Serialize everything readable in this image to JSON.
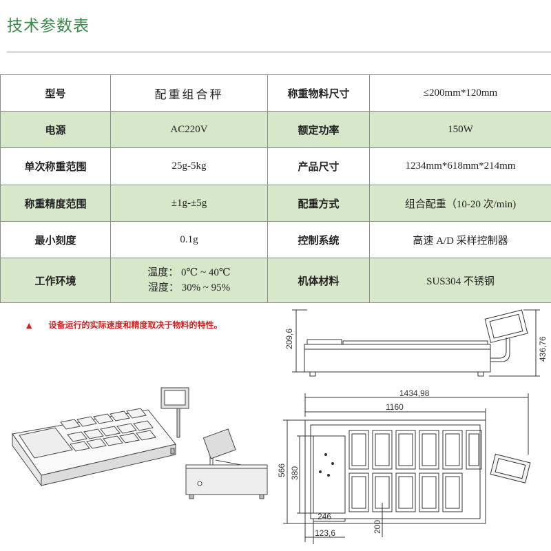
{
  "header": {
    "title": "技术参数表"
  },
  "spec_table": {
    "rows": [
      {
        "label_1": "型号",
        "value_1": "配重组合秤",
        "label_2": "称重物料尺寸",
        "value_2": "≤200mm*120mm"
      },
      {
        "label_1": "电源",
        "value_1": "AC220V",
        "label_2": "额定功率",
        "value_2": "150W"
      },
      {
        "label_1": "单次称重范围",
        "value_1": "25g-5kg",
        "label_2": "产品尺寸",
        "value_2": "1234mm*618mm*214mm"
      },
      {
        "label_1": "称重精度范围",
        "value_1": "±1g-±5g",
        "label_2": "配重方式",
        "value_2": "组合配重（10-20 次/min)"
      },
      {
        "label_1": "最小刻度",
        "value_1": "0.1g",
        "label_2": "控制系统",
        "value_2": "高速 A/D 采样控制器"
      },
      {
        "label_1": "工作环境",
        "value_1_line1": "温度： 0℃ ~ 40℃",
        "value_1_line2": "湿度： 30% ~ 95%",
        "label_2": "机体材料",
        "value_2": "SUS304 不锈钢"
      }
    ],
    "row_colors": {
      "white": "#ffffff",
      "green": "#d6e8c9"
    }
  },
  "note": {
    "symbol": "▲",
    "text": "设备运行的实际速度和精度取决于物料的特性。",
    "color": "#d42020"
  },
  "dimensions": {
    "side_height": "209,6",
    "total_height": "436,76",
    "total_width": "1434,98",
    "body_width": "1160",
    "overall_depth": "566",
    "tray_depth": "380",
    "tray_width": "246",
    "tray_offset": "200",
    "edge_offset": "123,6"
  },
  "accent_color": "#3a8a4a"
}
